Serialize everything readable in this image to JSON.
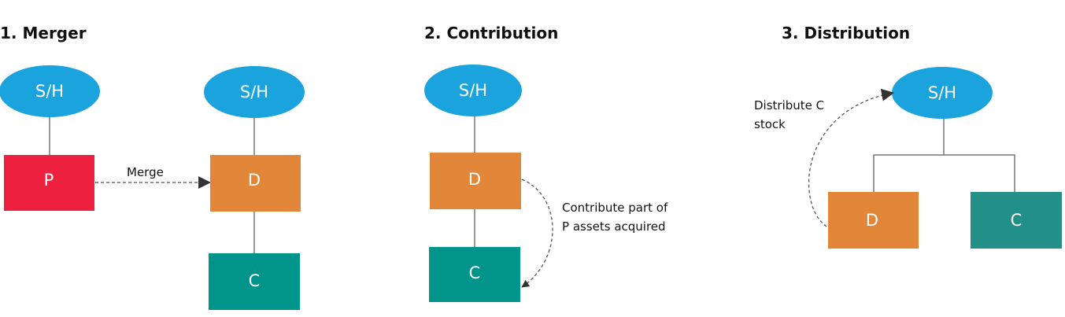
{
  "colors": {
    "shareholder": "#1ba3dd",
    "parent": "#ee2040",
    "distributing": "#e2873a",
    "controlled": "#00948a",
    "controlled_alt": "#228f88"
  },
  "panels": [
    {
      "title": "1. Merger",
      "sh_left": "S/H",
      "p": "P",
      "sh_right": "S/H",
      "d": "D",
      "c": "C",
      "arrow_label": "Merge"
    },
    {
      "title": "2. Contribution",
      "sh": "S/H",
      "d": "D",
      "c": "C",
      "arrow_label_1": "Contribute part of",
      "arrow_label_2": "P assets acquired"
    },
    {
      "title": "3. Distribution",
      "sh": "S/H",
      "d": "D",
      "c": "C",
      "arrow_label_1": "Distribute C",
      "arrow_label_2": "stock"
    }
  ]
}
